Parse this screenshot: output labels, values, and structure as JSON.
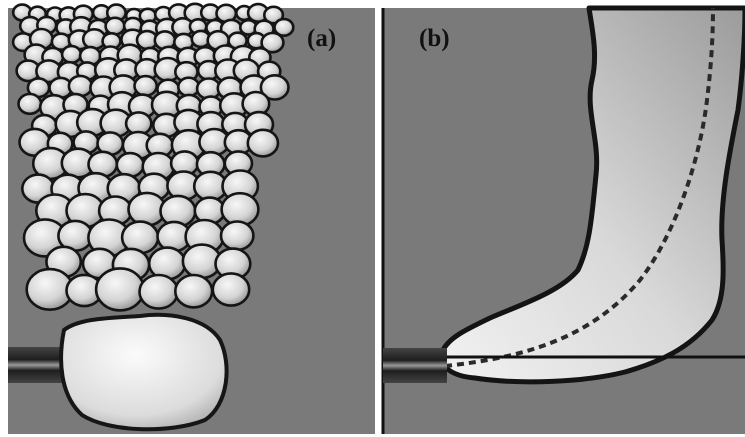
{
  "panels": [
    {
      "id": "a",
      "label": "(a)"
    },
    {
      "id": "b",
      "label": "(b)"
    }
  ],
  "colors": {
    "background": "#7a7a7a",
    "outline": "#1a1a1a",
    "fill_light": "#ececec",
    "fill_mid": "#b8b8b8"
  }
}
